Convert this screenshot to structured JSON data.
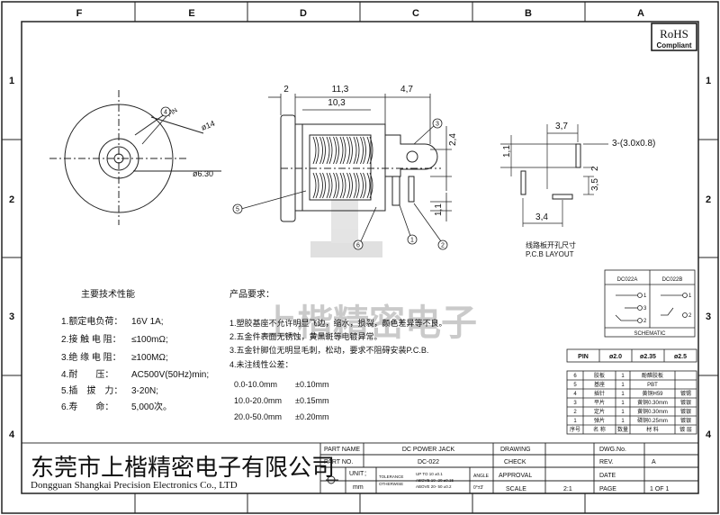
{
  "frame": {
    "columns": [
      "F",
      "E",
      "D",
      "C",
      "B",
      "A"
    ],
    "rows": [
      "1",
      "2",
      "3",
      "4"
    ]
  },
  "rohs": {
    "line1": "RoHS",
    "line2": "Compliant"
  },
  "dims": {
    "front": {
      "phi14": "ø14",
      "phi630": "ø6.30",
      "pin": "PIN"
    },
    "side": {
      "d2": "2",
      "d113": "11,3",
      "d103": "10,3",
      "d47": "4,7",
      "d24": "2,4",
      "d11": "1,1"
    },
    "pcb": {
      "d37": "3,7",
      "d11": "1,1",
      "d2": "2",
      "d35": "3,5",
      "d34": "3,4",
      "holes": "3-(3.0x0.8)",
      "layout_cn": "线路板开孔尺寸",
      "layout_en": "P.C.B LAYOUT"
    }
  },
  "balloons": [
    "4",
    "5",
    "3",
    "6",
    "1",
    "2"
  ],
  "watermark": "上楷精密电子",
  "schematic": {
    "a": "DC022A",
    "b": "DC022B",
    "label": "SCHEMATIC",
    "p1": "1",
    "p2": "2",
    "p3": "3"
  },
  "specs": {
    "title": "主要技术性能",
    "items": [
      {
        "label": "1.额定电负荷：",
        "value": "16V 1A;"
      },
      {
        "label": "2.接 触 电 阻：",
        "value": "≤100mΩ;"
      },
      {
        "label": "3.绝 缘 电 阻：",
        "value": "≥100MΩ;"
      },
      {
        "label": "4.耐　　压：",
        "value": "AC500V(50Hz)min;"
      },
      {
        "label": "5.插　拔　力：",
        "value": "3-20N;"
      },
      {
        "label": "6.寿　　命：",
        "value": "5,000次。"
      }
    ]
  },
  "reqs": {
    "title": "产品要求：",
    "items": [
      "1.塑胶基座不允许明显飞边，缩水，损裂，颜色差异等不良。",
      "2.五金件表面无锈蚀，黄黑斑等电镀异常。",
      "3.五金针脚位无明显毛刺，松动，要求不阻碍安装P.C.B.",
      "4.未注线性公差："
    ],
    "tolerances": [
      {
        "range": "0.0-10.0mm",
        "tol": "±0.10mm"
      },
      {
        "range": "10.0-20.0mm",
        "tol": "±0.15mm"
      },
      {
        "range": "20.0-50.0mm",
        "tol": "±0.20mm"
      }
    ]
  },
  "pin_table": {
    "header": [
      "PIN",
      "ø2.0",
      "ø2.35",
      "ø2.5"
    ]
  },
  "bom": {
    "rows": [
      {
        "no": "6",
        "name": "胶板",
        "qty": "1",
        "material": "酚醛胶板",
        "finish": ""
      },
      {
        "no": "5",
        "name": "基座",
        "qty": "1",
        "material": "PBT",
        "finish": ""
      },
      {
        "no": "4",
        "name": "插针",
        "qty": "1",
        "material": "黄铜H59",
        "finish": "镀锡"
      },
      {
        "no": "3",
        "name": "平片",
        "qty": "1",
        "material": "黄铜0.30mm",
        "finish": "镀银"
      },
      {
        "no": "2",
        "name": "定片",
        "qty": "1",
        "material": "黄铜0.30mm",
        "finish": "镀银"
      },
      {
        "no": "1",
        "name": "弹片",
        "qty": "1",
        "material": "磷铜0.25mm",
        "finish": "镀银"
      }
    ],
    "header": {
      "no": "序号",
      "name": "名 称",
      "qty": "数量",
      "material": "材 料",
      "finish": "镀 层"
    }
  },
  "title_block": {
    "company_cn": "东莞市上楷精密电子有限公司",
    "company_en": "Dongguan Shangkai Precision Electronics Co., LTD",
    "part_name_label": "PART NAME",
    "part_name": "DC POWER JACK",
    "part_no_label": "PART NO.",
    "part_no": "DC-022",
    "unit_label": "UNIT：",
    "unit": "mm",
    "tolerance_label": "TOLERANCE",
    "otherwise_label": "OTHERWISE",
    "tol_lines": [
      "UP TO 10    ±0.1",
      "ABOVE 10-  20  ±0.15",
      "ABOVE 20-  50  ±0.2"
    ],
    "angle_label": "ANGLE",
    "angle": "0°±3'",
    "drawing": "DRAWING",
    "check": "CHECK",
    "approval": "APPROVAL",
    "scale_label": "SCALE",
    "scale": "2:1",
    "dwg_label": "DWG.No.",
    "rev_label": "REV.",
    "rev": "A",
    "date_label": "DATE",
    "page_label": "PAGE",
    "page": "1 OF 1"
  }
}
